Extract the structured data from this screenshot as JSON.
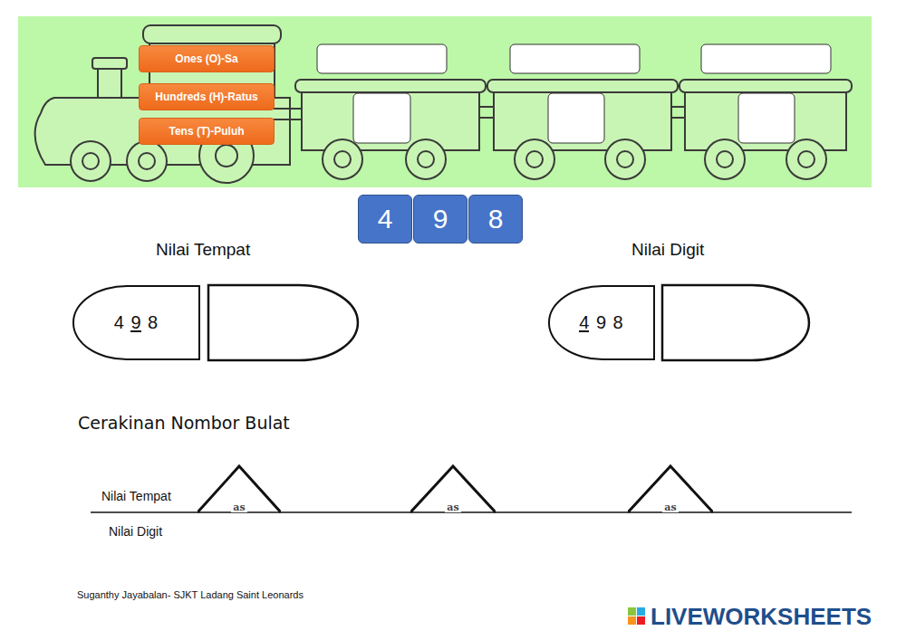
{
  "diagram": {
    "nodes": [
      {
        "text": [
          "Ones (O)-Sa"
        ]
      },
      {
        "text": [
          "Hundreds (H)-Ratus"
        ]
      },
      {
        "text": [
          "Tens (T)-Puluh"
        ]
      },
      {
        "text": [
          "4"
        ]
      },
      {
        "text": [
          "9"
        ]
      },
      {
        "text": [
          "8"
        ]
      },
      {
        "text": [
          "4 9 8"
        ]
      },
      {
        "text": [
          "4 9 8"
        ]
      },
      {
        "text": [
          "as"
        ]
      },
      {
        "text": [
          "as"
        ]
      },
      {
        "text": [
          "as"
        ]
      }
    ],
    "labels": [
      "Nilai Tempat",
      "Nilai Digit",
      "Cerakinan Nombor Bulat",
      "Nilai Tempat",
      "Nilai Digit",
      "Suganthy Jayabalan- SJKT Ladang Saint Leonards",
      "LIVEWORKSHEETS"
    ]
  }
}
